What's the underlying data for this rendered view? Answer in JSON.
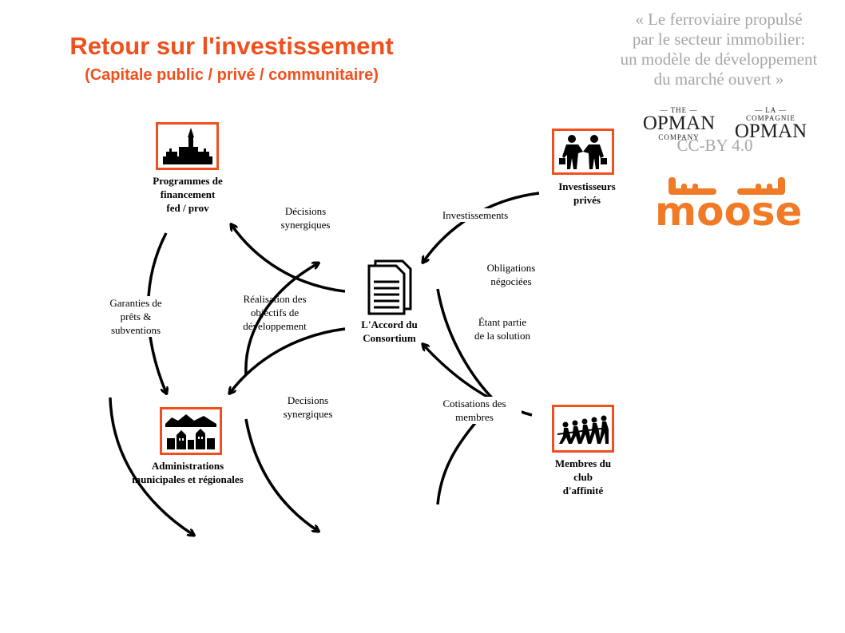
{
  "title": "Retour sur l'investissement",
  "subtitle": "(Capitale public / privé / communitaire)",
  "quote": {
    "lines": [
      "« Le ferroviaire propulsé",
      "par le secteur immobilier:",
      "un modèle de développement",
      "du marché ouvert »"
    ]
  },
  "logos": {
    "opman_en": {
      "top": "— THE —",
      "main": "OPMAN",
      "bottom": "COMPANY"
    },
    "opman_fr": {
      "top": "— LA —",
      "sub": "COMPAGNIE",
      "main": "OPMAN"
    },
    "license": "CC-BY 4.0",
    "moose": "moose"
  },
  "nodes": {
    "government": {
      "lines": [
        "Programmes  de",
        "financement",
        "fed / prov"
      ],
      "icon": "parliament-icon"
    },
    "municipal": {
      "lines": [
        "Administrations",
        "municipales  et régionales"
      ],
      "icon": "town-icon"
    },
    "consortium": {
      "lines": [
        "L'Accord  du",
        "Consortium"
      ],
      "icon": "documents-icon"
    },
    "investors": {
      "lines": [
        "Investisseurs",
        "privés"
      ],
      "icon": "handshake-icon"
    },
    "members": {
      "lines": [
        "Membres du",
        "club",
        "d'affinité"
      ],
      "icon": "tug-of-war-icon"
    }
  },
  "edges": {
    "decisions_top": [
      "Décisions",
      "synergiques"
    ],
    "guarantees": [
      "Garanties  de",
      "prêts &",
      "subventions"
    ],
    "realisation": [
      "Réalisation  des",
      "objectifs  de",
      "développement"
    ],
    "decisions_bottom": [
      "Decisions",
      "synergiques"
    ],
    "investments": [
      "Investissements"
    ],
    "obligations": [
      "Obligations",
      "négociées"
    ],
    "partie": [
      "Étant  partie",
      "de la solution"
    ],
    "cotisations": [
      "Cotisations  des",
      "membres"
    ]
  },
  "colors": {
    "accent": "#f0501e",
    "quote": "#a6a6a6",
    "moose": "#f07a26"
  }
}
